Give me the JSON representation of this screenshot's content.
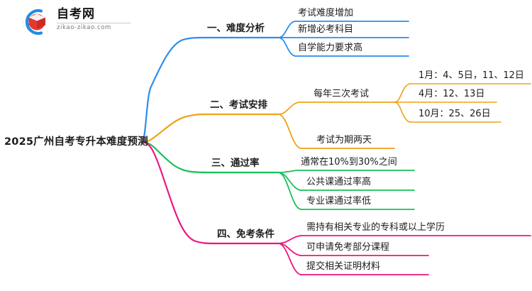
{
  "logo": {
    "title": "自考网",
    "domain": "zikao-zikao.com",
    "mark_icon": "graduation-book-logo-icon",
    "arc_color": "#1E8FE0",
    "book_color": "#E03A2F",
    "cap_color": "#B9202A"
  },
  "colors": {
    "branch_1": "#2A8FF0",
    "branch_2": "#EFA316",
    "branch_3": "#18C05A",
    "branch_4": "#EE167F",
    "text": "#1C1C1C"
  },
  "mindmap": {
    "root": {
      "label": "2025广州自考专升本难度预测"
    },
    "branches": [
      {
        "label": "一、难度分析",
        "color": "#2A8FF0",
        "children": [
          {
            "label": "考试难度增加",
            "children": []
          },
          {
            "label": "新增必考科目",
            "children": []
          },
          {
            "label": "自学能力要求高",
            "children": []
          }
        ]
      },
      {
        "label": "二、考试安排",
        "color": "#EFA316",
        "children": [
          {
            "label": "每年三次考试",
            "children": [
              {
                "label": "1月：4、5日，11、12日"
              },
              {
                "label": "4月：12、13日"
              },
              {
                "label": "10月：25、26日"
              }
            ]
          },
          {
            "label": "考试为期两天",
            "children": []
          }
        ]
      },
      {
        "label": "三、通过率",
        "color": "#18C05A",
        "children": [
          {
            "label": "通常在10%到30%之间",
            "children": []
          },
          {
            "label": "公共课通过率高",
            "children": []
          },
          {
            "label": "专业课通过率低",
            "children": []
          }
        ]
      },
      {
        "label": "四、免考条件",
        "color": "#EE167F",
        "children": [
          {
            "label": "需持有相关专业的专科或以上学历",
            "children": []
          },
          {
            "label": "可申请免考部分课程",
            "children": []
          },
          {
            "label": "提交相关证明材料",
            "children": []
          }
        ]
      }
    ]
  }
}
